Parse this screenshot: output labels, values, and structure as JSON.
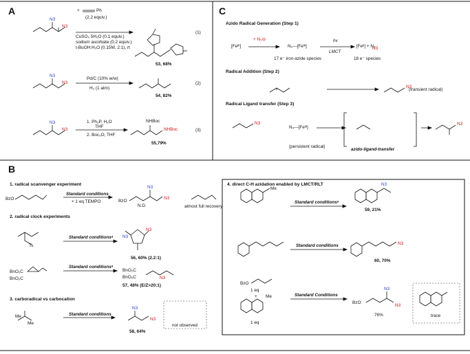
{
  "panels": {
    "A": "A",
    "B": "B",
    "C": "C"
  },
  "panel_a": {
    "r1": {
      "reagent_plus": "+",
      "reagent_alkyne": "Ph",
      "equiv": "(2.2 equiv.)",
      "cond1": "CuSO₄ 5H₂O (0.1 equiv.)",
      "cond2": "sodium ascirbate (0.2 equiv.)",
      "cond3": "t-BuOH:H₂O (0.15M, 2:1), rt",
      "product": "53, 68%",
      "eq": "(1)"
    },
    "r2": {
      "cond1": "Pd/C (10% w/w)",
      "cond2": "H₂ (1 atm)",
      "product": "54, 82%",
      "eq": "(2)"
    },
    "r3": {
      "cond1": "1. Ph₃P, H₂O",
      "cond1b": "THF",
      "cond2": "2. Boc₂O, THF",
      "nhboc1": "NHBoc",
      "nhboc2": "NHBoc",
      "product": "55,79%",
      "eq": "(3)"
    }
  },
  "panel_c": {
    "step1_title": "Azido Radical Generation (Step 1)",
    "fe3": "[Feᴵᴵᴵ]",
    "plus_n3": "+ N₃⊖",
    "n3_fe3": "N₃—[Feᴵᴵᴵ]",
    "hv": "hv",
    "lmct": "LMCT",
    "fe2": "[Feᴵᴵ] + N₃",
    "note17": "17 e⁻ iron-azide species",
    "note18": "18 e⁻ species",
    "step2_title": "Radical Addition (Step 2)",
    "transient": "(transient radical)",
    "step3_title": "Radical Ligand transfer (Step 3)",
    "persistent": "(persistent radical)",
    "n3fe_label": "N₃—[Feᴵᴵᴵ]",
    "ts_label": "azido-ligand-transfer"
  },
  "panel_b": {
    "s1_title": "1. radical scanvenger experiment",
    "s1_cond": "Standard conditions",
    "s1_cond2": "+ 1 eq TEMPO",
    "s1_sm": "BzO",
    "s1_prod": "BzO",
    "s1_nd": "N.D.",
    "s1_recovery": "almost full recovery",
    "s2_title": "2. radical clock experiments",
    "s2_cond_a": "Standard conditionsᵃ",
    "s2_ts": "Ts",
    "s2_prod56": "56, 60% (2.2:1)",
    "s2_cond_b": "Standard conditionsᵃ",
    "s2_bno1": "BnO₂C",
    "s2_bno2": "BnO₂C",
    "s2_prod57": "57, 48% (E/Z>20:1)",
    "s3_title": "3. carboradical vs carbocation",
    "s3_cond": "Standard conditions",
    "s3_me1": "Me",
    "s3_me2": "Me",
    "s3_prod58": "58, 64%",
    "s3_notobs": "not observed",
    "s4_title": "4. direct C-H azidation enabled by LMCT/RLT",
    "s4_me1": "Me",
    "s4_cond1": "Standard conditionsᵃ",
    "s4_prod59": "59, 21%",
    "s4_cond2": "Standard conditions",
    "s4_prod60": "60, 70%",
    "s4_bzo": "BzO",
    "s4_eq1": "1 eq",
    "s4_plus": "+",
    "s4_me3": "Me",
    "s4_eq2": "1 eq",
    "s4_cond3": "Standard Conditions",
    "s4_bzo2": "BzO",
    "s4_yield": "76%",
    "s4_trace": "trace"
  },
  "colors": {
    "azide": "#d01212",
    "azide_blue": "#2a3fc9",
    "line": "#111111"
  }
}
